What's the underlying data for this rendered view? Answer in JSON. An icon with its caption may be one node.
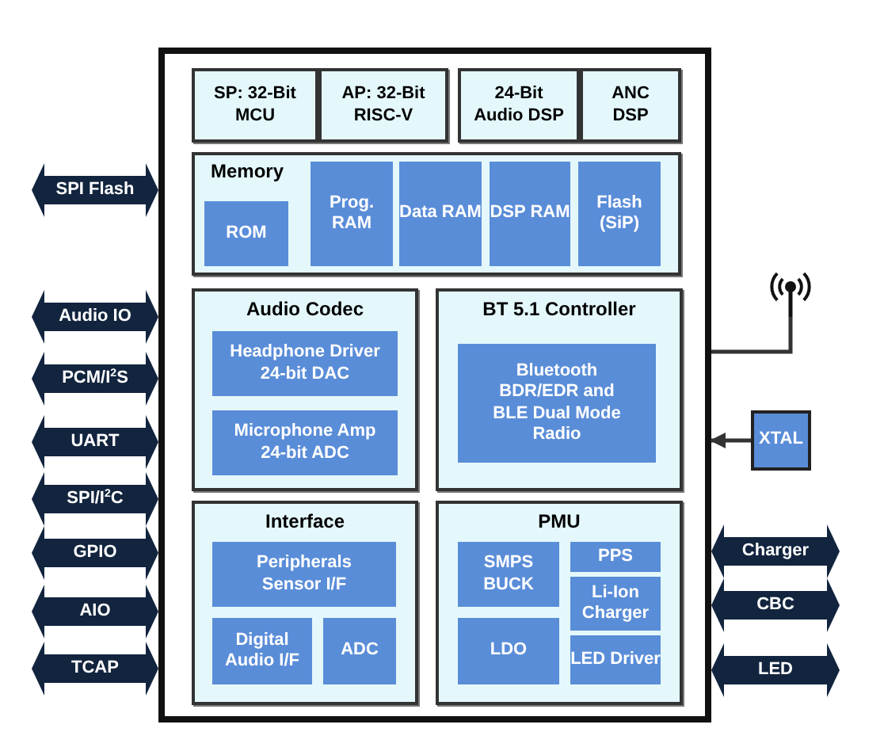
{
  "diagram": {
    "nodes": [
      {
        "text": [],
        "shape": "box"
      },
      {
        "text": [
          "SP: 32-Bit MCU"
        ],
        "in": 0
      },
      {
        "text": [
          "AP: 32-Bit RISC-V"
        ],
        "in": 0
      },
      {
        "text": [
          "24-Bit Audio DSP"
        ],
        "in": 0
      },
      {
        "text": [
          "ANC DSP"
        ],
        "in": 0
      },
      {
        "text": [
          "Memory"
        ],
        "in": 0
      },
      {
        "text": [
          "ROM"
        ],
        "in": 5
      },
      {
        "text": [
          "Prog. RAM"
        ],
        "in": 5
      },
      {
        "text": [
          "Data RAM"
        ],
        "in": 5
      },
      {
        "text": [
          "DSP RAM"
        ],
        "in": 5
      },
      {
        "text": [
          "Flash (SiP)"
        ],
        "in": 5
      },
      {
        "text": [
          "Audio Codec"
        ],
        "in": 0
      },
      {
        "text": [
          "Headphone Driver 24-bit DAC"
        ],
        "in": 11
      },
      {
        "text": [
          "Microphone Amp 24-bit ADC"
        ],
        "in": 11
      },
      {
        "text": [
          "BT 5.1 Controller"
        ],
        "in": 0
      },
      {
        "text": [
          "Bluetooth BDR/EDR and BLE Dual Mode Radio"
        ],
        "in": 14
      },
      {
        "text": [
          "Interface"
        ],
        "in": 0
      },
      {
        "text": [
          "Peripherals Sensor I/F"
        ],
        "in": 16
      },
      {
        "text": [
          "Digital Audio I/F"
        ],
        "in": 16
      },
      {
        "text": [
          "ADC"
        ],
        "in": 16
      },
      {
        "text": [
          "PMU"
        ],
        "in": 0
      },
      {
        "text": [
          "SMPS BUCK"
        ],
        "in": 20
      },
      {
        "text": [
          "PPS"
        ],
        "in": 20
      },
      {
        "text": [
          "Li-Ion Charger"
        ],
        "in": 20
      },
      {
        "text": [
          "LDO"
        ],
        "in": 20
      },
      {
        "text": [
          "LED Driver"
        ],
        "in": 20
      },
      {
        "text": [],
        "shape": "antenna"
      },
      {
        "text": [
          "XTAL"
        ]
      }
    ],
    "edges": [
      {
        "from": null,
        "to": 0,
        "arrow": "both",
        "label": "SPI Flash"
      },
      {
        "from": null,
        "to": 0,
        "arrow": "both",
        "label": "Audio IO"
      },
      {
        "from": null,
        "to": 0,
        "arrow": "both",
        "label": "PCM/I$^{2}$S"
      },
      {
        "from": null,
        "to": 0,
        "arrow": "both",
        "label": "UART"
      },
      {
        "from": null,
        "to": 0,
        "arrow": "both",
        "label": "SPI/I$^{2}$C"
      },
      {
        "from": null,
        "to": 0,
        "arrow": "both",
        "label": "GPIO"
      },
      {
        "from": null,
        "to": 0,
        "arrow": "both",
        "label": "AIO"
      },
      {
        "from": null,
        "to": 0,
        "arrow": "both",
        "label": "TCAP"
      },
      {
        "from": 0,
        "to": 26,
        "arrow": "none"
      },
      {
        "from": 27,
        "to": 0,
        "arrow": "to"
      },
      {
        "from": 0,
        "to": null,
        "arrow": "both",
        "label": "Charger"
      },
      {
        "from": 0,
        "to": null,
        "arrow": "both",
        "label": "CBC"
      },
      {
        "from": 0,
        "to": null,
        "arrow": "both",
        "label": "LED"
      }
    ]
  }
}
